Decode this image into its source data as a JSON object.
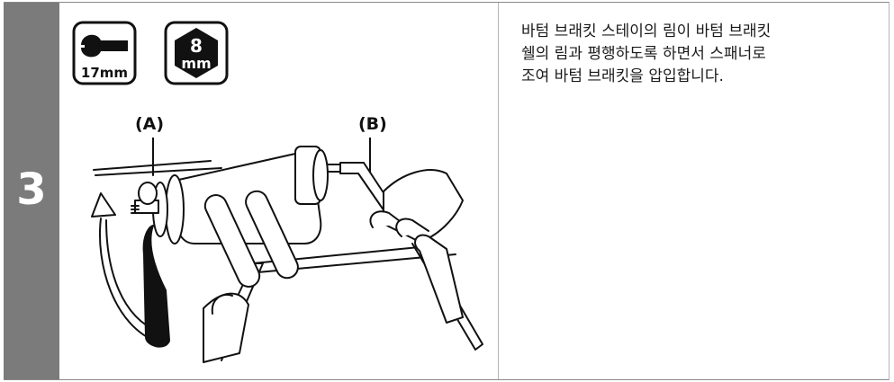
{
  "step": {
    "number": "3"
  },
  "tools": {
    "wrench": {
      "size_label": "17mm",
      "icon": "wrench-icon"
    },
    "hex_key": {
      "size_number": "8",
      "size_unit": "mm",
      "icon": "hex-key-icon"
    }
  },
  "illustration": {
    "callout_a": "(A)",
    "callout_b": "(B)"
  },
  "instruction": {
    "lines": [
      "바텀 브래킷 스테이의 림이 바텀 브래킷",
      "쉘의 림과 평행하도록 하면서 스패너로",
      "조여 바텀 브래킷을 압입합니다."
    ]
  }
}
